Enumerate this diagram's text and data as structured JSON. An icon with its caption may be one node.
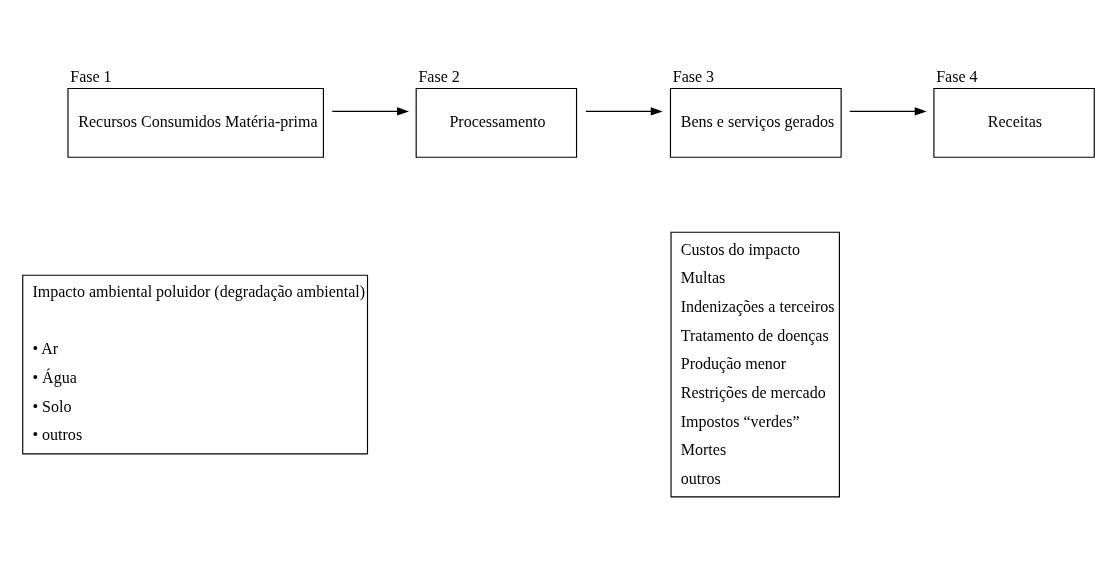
{
  "diagram": {
    "nodes": [
      {
        "text": [
          "Fase 1",
          "Recursos Consumidos Matéria-prima"
        ]
      },
      {
        "text": [
          "Fase 2",
          "Processamento"
        ]
      },
      {
        "text": [
          "Fase 3",
          "Bens e serviços gerados"
        ]
      },
      {
        "text": [
          "Fase 4",
          "Receitas"
        ]
      },
      {
        "text": [
          "Impacto ambiental poluidor (degradação ambiental)",
          "• Ar",
          "• Água",
          "• Solo",
          "• outros"
        ]
      },
      {
        "text": [
          "Custos do impacto",
          "Multas",
          "Indenizações a terceiros",
          "Tratamento de doenças",
          "Produção menor",
          "Restrições de mercado",
          "Impostos “verdes”",
          "Mortes",
          "outros"
        ]
      }
    ],
    "edges": [
      {
        "from": 0,
        "to": 1,
        "arrow": "to"
      },
      {
        "from": 1,
        "to": 2,
        "arrow": "to"
      },
      {
        "from": 2,
        "to": 3,
        "arrow": "to"
      }
    ]
  }
}
